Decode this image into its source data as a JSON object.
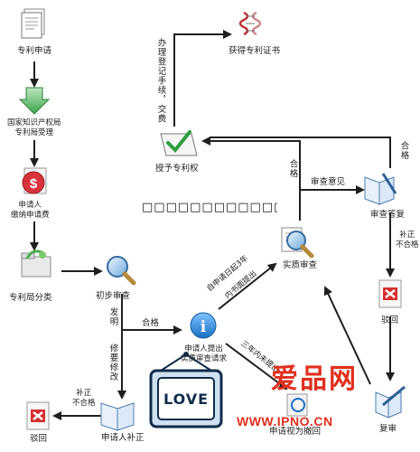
{
  "nodes": {
    "apply": "专利申请",
    "receive": "国家知识产权局\n专利局受理",
    "pay": "申请人\n缴纳申请费",
    "classify": "专利局分类",
    "prelim": "初步审查",
    "request": "申请人提出\n实质审查请求",
    "substantive": "实质审查",
    "opinion": "审查意见",
    "reply": "审查答复",
    "reject": "驳回",
    "review": "复审",
    "withdrawn": "申请视为撤回",
    "grant": "授予专利权",
    "certificate": "获得专利证书",
    "supplement": "申请人补正",
    "reject2": "驳回"
  },
  "edges": {
    "qualified1": "合格",
    "qualified2": "合格",
    "qualified3": "合格",
    "invention": "发明",
    "modify": "修要修改",
    "formalities": "办理登记手续，交费",
    "three_years_a": "自申请日起3年",
    "three_years_b": "内书面提出",
    "three_years_late": "三年内未提出",
    "fix_fail": "补正\n不合格",
    "fix_fail2": "补正\n不合格"
  },
  "overlay": {
    "redacted_line": "□□□□□□□□□□□□□□□□"
  },
  "watermark": {
    "text": "爱品网",
    "url": "WWW.IPNO.CN",
    "badge": "LOVE"
  }
}
